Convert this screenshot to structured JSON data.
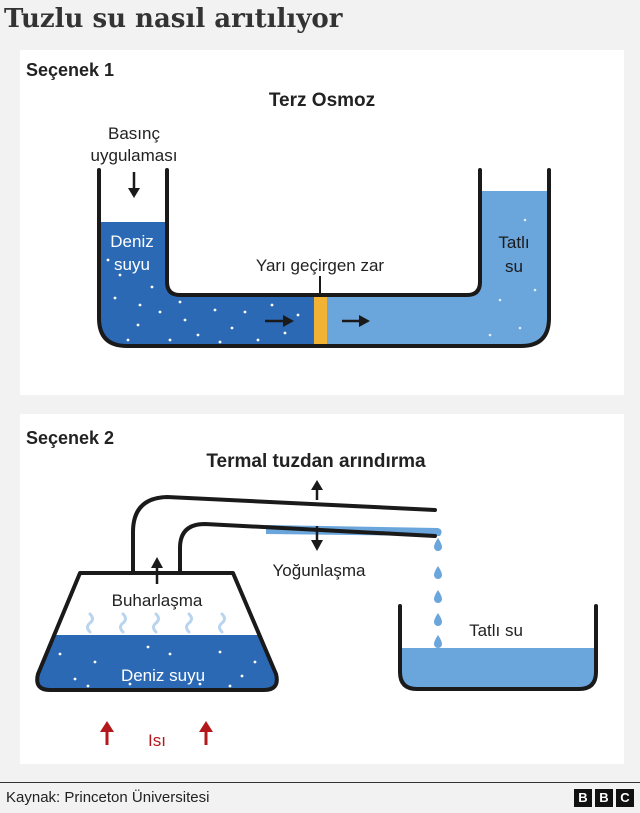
{
  "title": "Tuzlu su nasıl arıtılıyor",
  "option1": {
    "label": "Seçenek 1",
    "heading": "Terz Osmoz",
    "pressure_line1": "Basınç",
    "pressure_line2": "uygulaması",
    "seawater_line1": "Deniz",
    "seawater_line2": "suyu",
    "freshwater_line1": "Tatlı",
    "freshwater_line2": "su",
    "membrane": "Yarı geçirgen zar"
  },
  "option2": {
    "label": "Seçenek 2",
    "heading": "Termal tuzdan arındırma",
    "evaporation": "Buharlaşma",
    "condensation": "Yoğunlaşma",
    "seawater": "Deniz suyu",
    "heat": "Isı",
    "freshwater": "Tatlı su"
  },
  "footer": {
    "source": "Kaynak: Princeton Üniversitesi",
    "logo_letters": [
      "B",
      "B",
      "C"
    ]
  },
  "colors": {
    "seawater": "#2b69b5",
    "freshwater": "#6aa6dc",
    "membrane": "#f2b233",
    "heat_arrow": "#b3191c",
    "steam": "#b8d4ee",
    "outline": "#1a1a1a"
  }
}
